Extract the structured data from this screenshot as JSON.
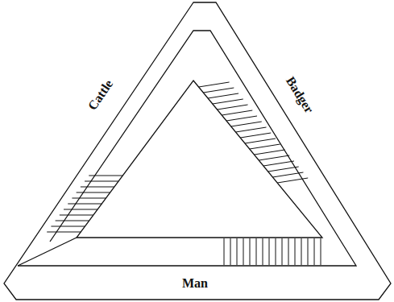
{
  "diagram": {
    "labels": [
      "Cattle",
      "Badger",
      "Man"
    ]
  }
}
